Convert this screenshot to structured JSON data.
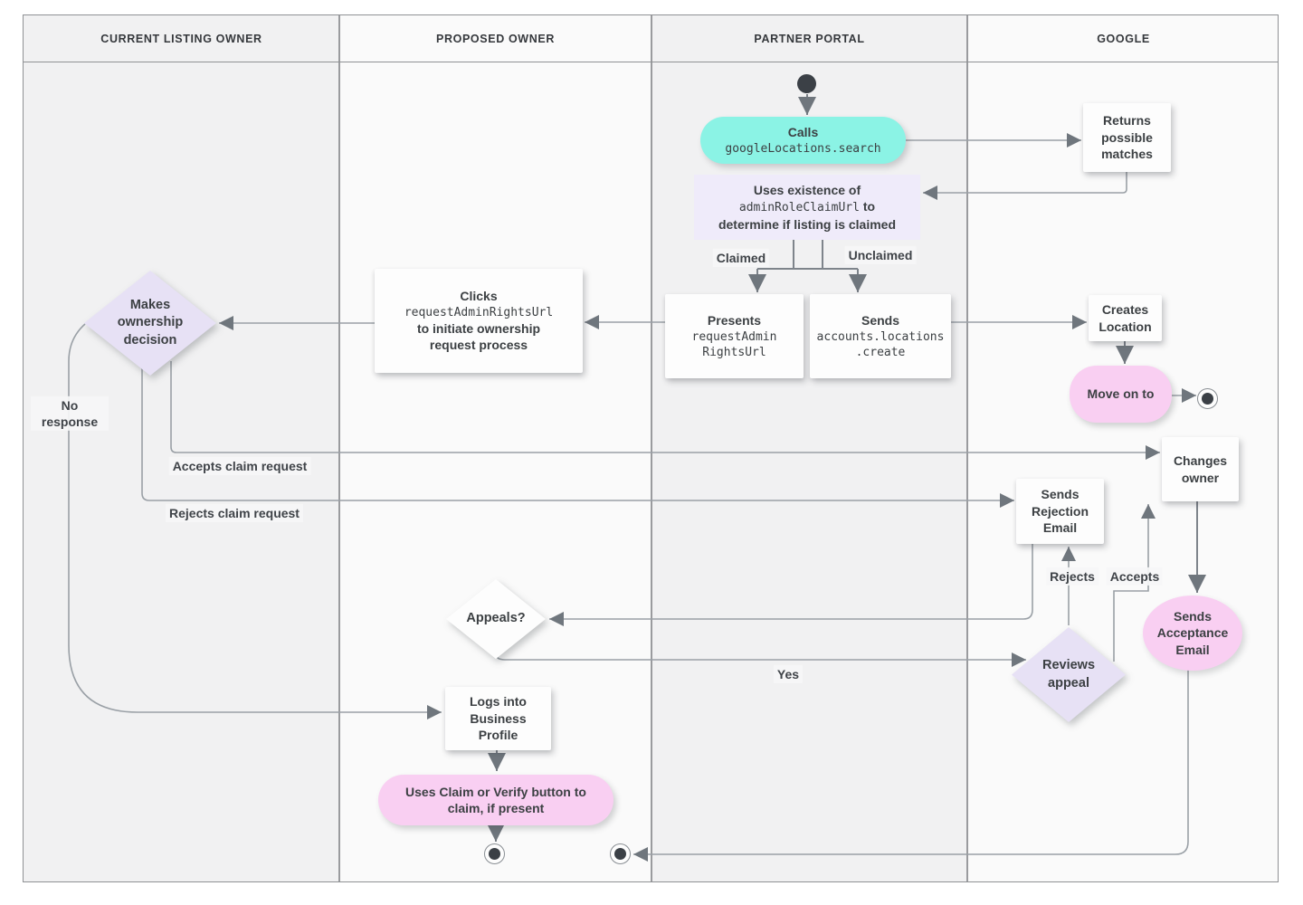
{
  "lanes": [
    {
      "label": "CURRENT LISTING OWNER"
    },
    {
      "label": "PROPOSED OWNER"
    },
    {
      "label": "PARTNER PORTAL"
    },
    {
      "label": "GOOGLE"
    }
  ],
  "nodes": {
    "calls": {
      "title": "Calls",
      "code": "googleLocations.search"
    },
    "returns_possible_matches": {
      "label": "Returns possible matches"
    },
    "uses_existence": {
      "line1": "Uses existence of",
      "code": "adminRoleClaimUrl",
      "line2_suffix": " to",
      "line3": "determine if listing is claimed"
    },
    "presents": {
      "title": "Presents",
      "code_line1": "requestAdmin",
      "code_line2": "RightsUrl"
    },
    "sends_create": {
      "title": "Sends",
      "code_line1": "accounts.locations",
      "code_line2": ".create"
    },
    "clicks": {
      "title": "Clicks",
      "code": "requestAdminRightsUrl",
      "line2": "to initiate ownership",
      "line3": "request process"
    },
    "makes_ownership_decision": {
      "label": "Makes ownership decision"
    },
    "creates_location": {
      "label": "Creates Location"
    },
    "move_on_to": {
      "label": "Move on to"
    },
    "changes_owner": {
      "label": "Changes owner"
    },
    "sends_rejection_email": {
      "label": "Sends Rejection Email"
    },
    "reviews_appeal": {
      "label": "Reviews appeal"
    },
    "sends_acceptance_email": {
      "label": "Sends Acceptance Email"
    },
    "appeals": {
      "label": "Appeals?"
    },
    "logs_into_business_profile": {
      "label": "Logs into Business Profile"
    },
    "uses_claim_or_verify": {
      "label": "Uses Claim or Verify button to claim, if present"
    }
  },
  "edge_labels": {
    "claimed": "Claimed",
    "unclaimed": "Unclaimed",
    "no_response": "No response",
    "accepts_claim": "Accepts claim request",
    "rejects_claim": "Rejects claim request",
    "rejects": "Rejects",
    "accepts": "Accepts",
    "yes": "Yes"
  },
  "colors": {
    "teal_node": "#8bf3e5",
    "pink_node": "#f9cff2",
    "lavender_node": "#e7e1f5",
    "lavender_note": "#efebfa",
    "white_node": "#fdfdfd",
    "lane_odd": "#f1f1f2",
    "lane_even": "#fafafa",
    "edge_line": "#9aa0a6",
    "arrowhead": "#6f767d",
    "text": "#3c4043"
  }
}
